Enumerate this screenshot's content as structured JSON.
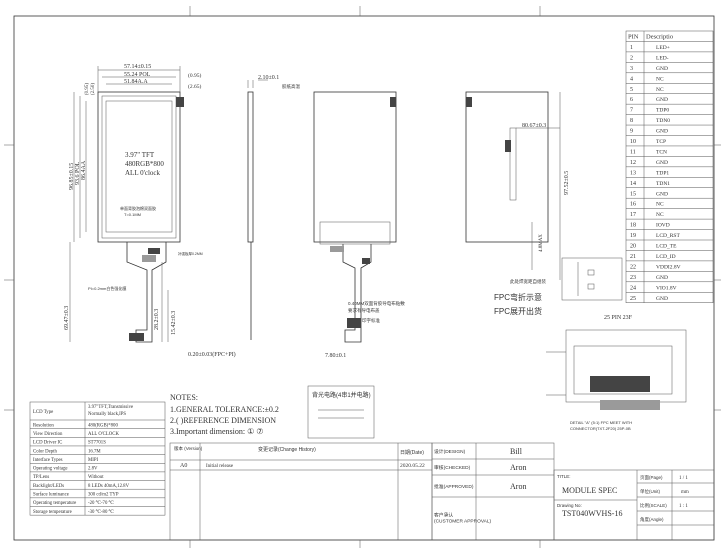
{
  "drawing": {
    "dims": {
      "w_outline": "57.14±0.15",
      "w_pol": "55.24 POL",
      "w_aa": "51.84A.A",
      "r095": "(0.95)",
      "r265": "(2.65)",
      "h_left1": "(0.95)",
      "h_left2": "(2.50)",
      "h_outline": "96.85±0.15",
      "h_pol": "93.6 POL",
      "h_aa": "86.4AA",
      "fpc_len": "69.47±0.3",
      "fpc_a": "28.2±0.3",
      "fpc_b": "15.42±0.3",
      "thick": "2.10±0.1",
      "fpc_thick": "0.20±0.03(FPC+PI)",
      "stiff_thick": "7.80±0.1",
      "backlen": "80.67±0.3",
      "back_h": "97.52±0.5",
      "back_h2": "4.8MAX"
    },
    "center_text": {
      "l1": "3.97\" TFT",
      "l2": "480RGB*800",
      "l3": "ALL 0'clock"
    },
    "notes_cn": {
      "tape": "单面背胶泡棉双面胶",
      "tape2": "T=0.1MM",
      "stiffener": "补强板厚0.2MM",
      "pi": "PI=0.2mm白色强化膜",
      "bl": "0.40MM双面背胶导电布贴敷",
      "bl2": "要求有导电布盖",
      "mark": "印字标准",
      "tape_top": "胶纸高温",
      "bend1": "FPC弯折示意",
      "bend2": "FPC展开出货",
      "ic": "此处焊宽距自组装"
    },
    "pin_header": {
      "pin": "PIN",
      "desc": "Descriptio"
    },
    "pins": [
      {
        "n": "1",
        "d": "LED+"
      },
      {
        "n": "2",
        "d": "LED-"
      },
      {
        "n": "3",
        "d": "GND"
      },
      {
        "n": "4",
        "d": "NC"
      },
      {
        "n": "5",
        "d": "NC"
      },
      {
        "n": "6",
        "d": "GND"
      },
      {
        "n": "7",
        "d": "TDP0"
      },
      {
        "n": "8",
        "d": "TDN0"
      },
      {
        "n": "9",
        "d": "GND"
      },
      {
        "n": "10",
        "d": "TCP"
      },
      {
        "n": "11",
        "d": "TCN"
      },
      {
        "n": "12",
        "d": "GND"
      },
      {
        "n": "13",
        "d": "TDP1"
      },
      {
        "n": "14",
        "d": "TDN1"
      },
      {
        "n": "15",
        "d": "GND"
      },
      {
        "n": "16",
        "d": "NC"
      },
      {
        "n": "17",
        "d": "NC"
      },
      {
        "n": "18",
        "d": "IOVD"
      },
      {
        "n": "19",
        "d": "LCD_RST"
      },
      {
        "n": "20",
        "d": "LCD_TE"
      },
      {
        "n": "21",
        "d": "LCD_ID"
      },
      {
        "n": "22",
        "d": "VDDI2.8V"
      },
      {
        "n": "23",
        "d": "GND"
      },
      {
        "n": "24",
        "d": "VIO1.8V"
      },
      {
        "n": "25",
        "d": "GND"
      }
    ],
    "connector_title": "25 PIN 23F",
    "detail_note1": "DETAIL \"A\" (5:1) FPC MEET WITH",
    "detail_note2": "CONNECTOR(TXT-2F20) 25P-0B",
    "notes": {
      "title": "NOTES:",
      "n1": "1.GENERAL TOLERANCE:±0.2",
      "n2": "2.(  )REFERENCE DIMENSION",
      "n3": "3.Important dimension:  ①   ⑦"
    },
    "bl_circuit_title": "背光电路(4串1并电路)"
  },
  "spec_table": [
    {
      "k": "LCD Type",
      "v": "3.97\"TFT,Transmissive\nNormally black,IPS"
    },
    {
      "k": "Resolution",
      "v": "480(RGB)*800"
    },
    {
      "k": "View Direction",
      "v": "ALL O'CLOCK"
    },
    {
      "k": "LCD Driver IC",
      "v": "ST7701S"
    },
    {
      "k": "Color Depth",
      "v": "16.7M"
    },
    {
      "k": "Interface Types",
      "v": "MIPI"
    },
    {
      "k": "Operating voltage",
      "v": "2.8V"
    },
    {
      "k": "TP/Lens",
      "v": "Without"
    },
    {
      "k": "Backlight/LEDs",
      "v": "8 LEDs  40mA,12.8V"
    },
    {
      "k": "Surface luminance",
      "v": "300 cd/m2 TYP"
    },
    {
      "k": "Operating temperature",
      "v": "-20 ℃-70 ℃"
    },
    {
      "k": "Storage temperature",
      "v": "-30 ℃-80 ℃"
    }
  ],
  "revision": {
    "h_ver": "版本\n(Version)",
    "h_hist": "变更记录(Change History)",
    "h_date": "日期(Date)",
    "ver": "A0",
    "hist": "Initial release",
    "date": "2020.05.22"
  },
  "approvals": [
    {
      "role": "设计(DESIGN)",
      "name": "Bill"
    },
    {
      "role": "审核(CHECKED)",
      "name": "Aron"
    },
    {
      "role": "批准(APPROVED)",
      "name": "Aron"
    },
    {
      "role": "客户承认\n(CUSTOMER APPROVAL)",
      "name": ""
    }
  ],
  "title_block": {
    "title_label": "TITLE:",
    "title": "MODULE SPEC",
    "drawing_no_label": "Drawing No:",
    "drawing_no": "TST040WVHS-16",
    "page_label": "页面(Page)",
    "page": "1 / 1",
    "unit_label": "单位(Unit)",
    "unit": "mm",
    "scale_label": "比例(SCALE)",
    "scale": "1 : 1",
    "angle_label": "角度(Angle)"
  }
}
